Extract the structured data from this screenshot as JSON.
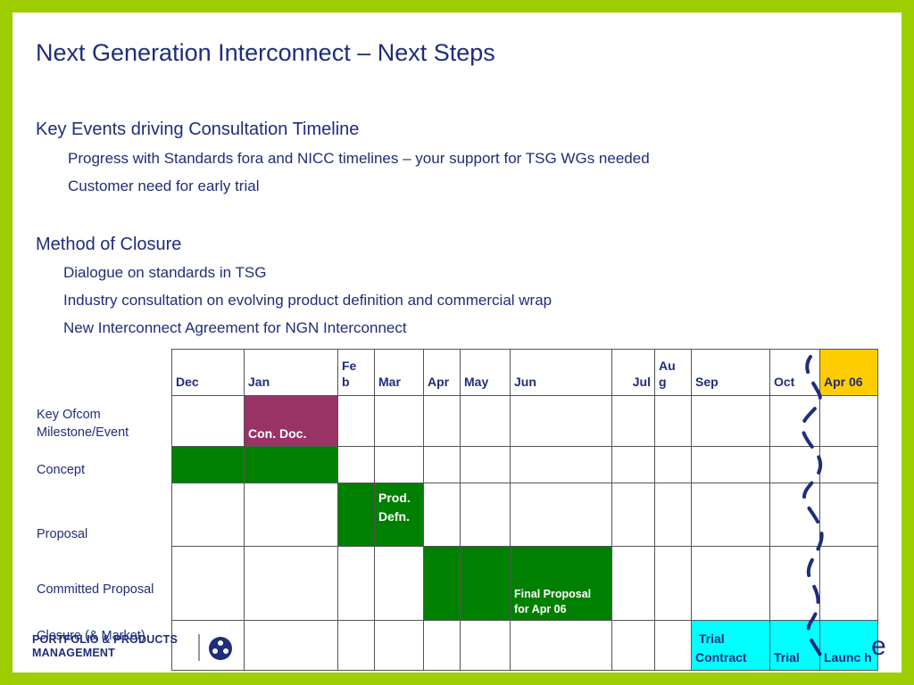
{
  "title": "Next Generation Interconnect – Next Steps",
  "section1": {
    "heading": "Key Events driving Consultation Timeline",
    "bullets": [
      "Progress with Standards fora and NICC timelines – your support for TSG WGs needed",
      "Customer need for early trial"
    ]
  },
  "section2": {
    "heading": "Method of Closure",
    "bullets": [
      "Dialogue on standards in TSG",
      "Industry consultation on evolving product definition and commercial wrap",
      "New Interconnect Agreement for NGN Interconnect"
    ]
  },
  "timeline": {
    "months": [
      "Dec",
      "Jan",
      "Fe\nb",
      "Mar",
      "Apr",
      "May",
      "Jun",
      "Jul",
      "Au\ng",
      "Sep",
      "Oct",
      "Apr 06"
    ],
    "rows": [
      "Key Ofcom Milestone/Event",
      "Concept",
      "Proposal",
      "Committed Proposal",
      "Closure (& Market)"
    ],
    "labels": {
      "con_doc": "Con. Doc.",
      "prod_defn": "Prod. Defn.",
      "final_proposal": "Final Proposal for Apr 06",
      "trial_contract": " Trial Contract",
      "trial": "Trial",
      "launch": "Launc h"
    },
    "colors": {
      "phase_green": "#008000",
      "milestone_magenta": "#993366",
      "target_yellow": "#ffcc00",
      "trial_cyan": "#00ffff"
    }
  },
  "footer": {
    "line1": "PORTFOLIO & PRODUCTS",
    "line2": "MANAGEMENT",
    "logo_icon": "bt-globe-icon",
    "brand_tail": "e"
  }
}
